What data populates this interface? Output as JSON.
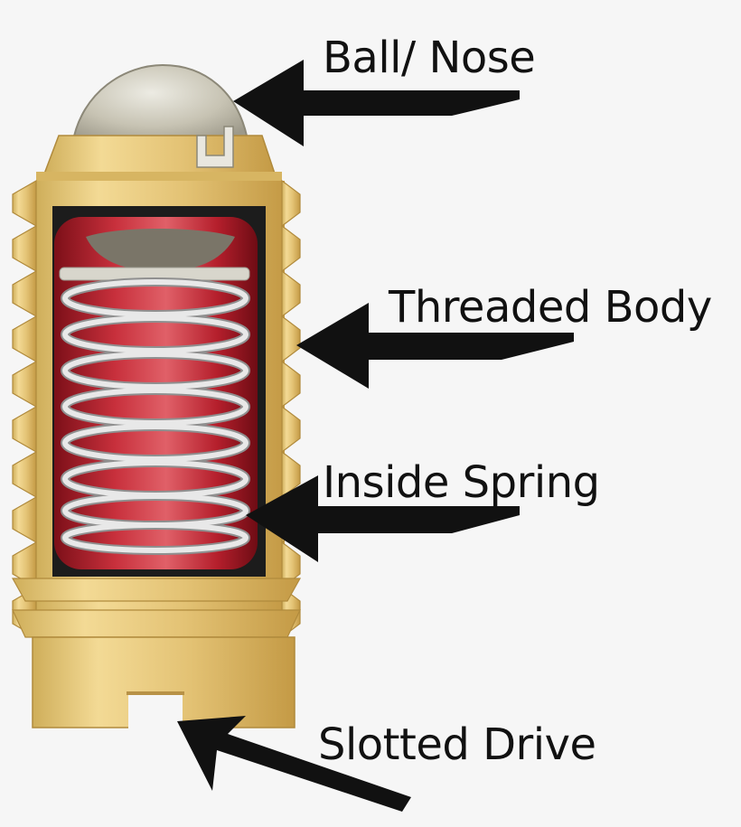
{
  "labels": {
    "ball_nose": "Ball/ Nose",
    "threaded_body": "Threaded Body",
    "inside_spring": "Inside Spring",
    "slotted_drive": "Slotted Drive"
  },
  "colors": {
    "brass": "#e6c77a",
    "brass_dark": "#c9a24e",
    "sleeve_red": "#b8232e",
    "ball_grey": "#c9c5b6",
    "spring_silver": "#d2d2d2",
    "arrow": "#111111"
  }
}
